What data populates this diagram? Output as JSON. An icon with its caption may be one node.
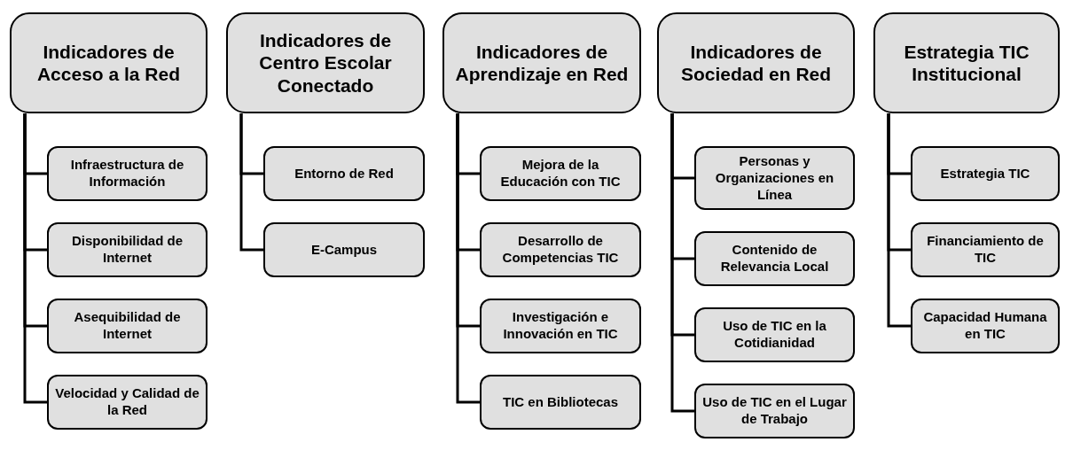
{
  "diagram": {
    "nodes": [
      {
        "text": [
          "Indicadores de Acceso a la Red"
        ]
      },
      {
        "text": [
          "Infraestructura de Información"
        ]
      },
      {
        "text": [
          "Disponibilidad de Internet"
        ]
      },
      {
        "text": [
          "Asequibilidad de Internet"
        ]
      },
      {
        "text": [
          "Velocidad y Calidad de la Red"
        ]
      },
      {
        "text": [
          "Indicadores de Centro Escolar Conectado"
        ]
      },
      {
        "text": [
          "Entorno de Red"
        ]
      },
      {
        "text": [
          "E-Campus"
        ]
      },
      {
        "text": [
          "Indicadores de Aprendizaje en Red"
        ]
      },
      {
        "text": [
          "Mejora de la Educación con TIC"
        ]
      },
      {
        "text": [
          "Desarrollo de Competencias TIC"
        ]
      },
      {
        "text": [
          "Investigación e Innovación en TIC"
        ]
      },
      {
        "text": [
          "TIC en Bibliotecas"
        ]
      },
      {
        "text": [
          "Indicadores de Sociedad en Red"
        ]
      },
      {
        "text": [
          "Personas y Organizaciones en Línea"
        ]
      },
      {
        "text": [
          "Contenido de Relevancia Local"
        ]
      },
      {
        "text": [
          "Uso de TIC en la Cotidianidad"
        ]
      },
      {
        "text": [
          "Uso de TIC en el Lugar de Trabajo"
        ]
      },
      {
        "text": [
          "Estrategia TIC Institucional"
        ]
      },
      {
        "text": [
          "Estrategia TIC"
        ]
      },
      {
        "text": [
          "Financiamiento de TIC"
        ]
      },
      {
        "text": [
          "Capacidad Humana en TIC"
        ]
      }
    ],
    "edges": [
      {
        "from": 0,
        "to": 1,
        "arrow": "none"
      },
      {
        "from": 0,
        "to": 2,
        "arrow": "none"
      },
      {
        "from": 0,
        "to": 3,
        "arrow": "none"
      },
      {
        "from": 0,
        "to": 4,
        "arrow": "none"
      },
      {
        "from": 5,
        "to": 6,
        "arrow": "none"
      },
      {
        "from": 5,
        "to": 7,
        "arrow": "none"
      },
      {
        "from": 8,
        "to": 9,
        "arrow": "none"
      },
      {
        "from": 8,
        "to": 10,
        "arrow": "none"
      },
      {
        "from": 8,
        "to": 11,
        "arrow": "none"
      },
      {
        "from": 8,
        "to": 12,
        "arrow": "none"
      },
      {
        "from": 13,
        "to": 14,
        "arrow": "none"
      },
      {
        "from": 13,
        "to": 15,
        "arrow": "none"
      },
      {
        "from": 13,
        "to": 16,
        "arrow": "none"
      },
      {
        "from": 13,
        "to": 17,
        "arrow": "none"
      },
      {
        "from": 18,
        "to": 19,
        "arrow": "none"
      },
      {
        "from": 18,
        "to": 20,
        "arrow": "none"
      },
      {
        "from": 18,
        "to": 21,
        "arrow": "none"
      }
    ]
  }
}
